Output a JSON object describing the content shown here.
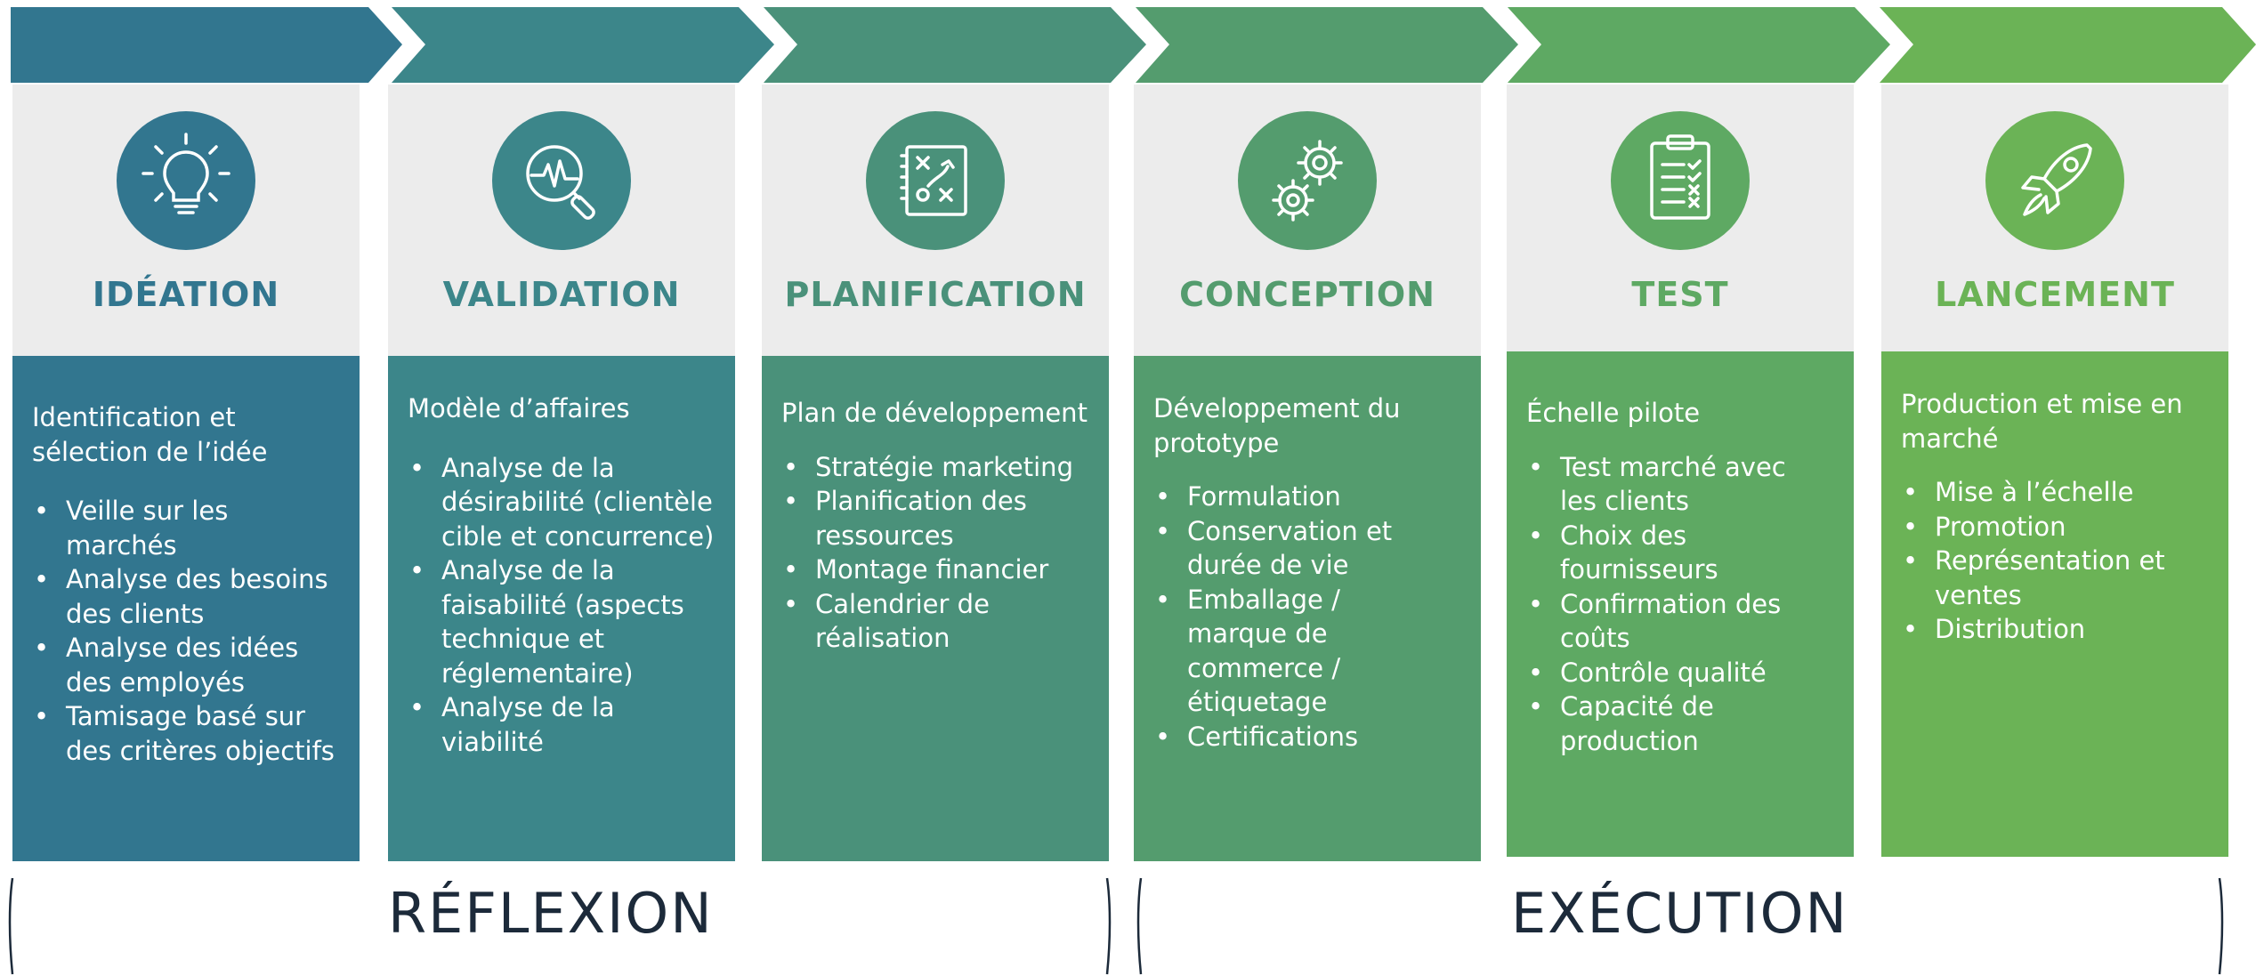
{
  "stages": [
    {
      "title": "IDÉATION",
      "color": "#32768f",
      "icon": "lightbulb-icon",
      "heading": "Identification et sélection de l’idée",
      "items": [
        "Veille sur les marchés",
        "Analyse des besoins des clients",
        "Analyse des idées des employés",
        "Tamisage basé sur des critères objectifs"
      ]
    },
    {
      "title": "VALIDATION",
      "color": "#3c868a",
      "icon": "magnifier-pulse-icon",
      "heading": "Modèle d’affaires",
      "items": [
        "Analyse de la désirabilité (clientèle cible et concurrence)",
        "Analyse de la faisabilité (aspects technique et réglementaire)",
        "Analyse de la viabilité"
      ]
    },
    {
      "title": "PLANIFICATION",
      "color": "#4a917a",
      "icon": "strategy-board-icon",
      "heading": "Plan de développement",
      "items": [
        "Stratégie marketing",
        "Planification des ressources",
        "Montage financier",
        "Calendrier de réalisation"
      ]
    },
    {
      "title": "CONCEPTION",
      "color": "#549c6e",
      "icon": "gears-icon",
      "heading": "Développement du prototype",
      "items": [
        "Formulation",
        "Conservation et durée de vie",
        "Emballage / marque de commerce / étiquetage",
        "Certifications"
      ]
    },
    {
      "title": "TEST",
      "color": "#5ea963",
      "icon": "checklist-clipboard-icon",
      "heading": "Échelle pilote",
      "items": [
        "Test marché avec les clients",
        "Choix des fournisseurs",
        "Confirmation des coûts",
        "Contrôle qualité",
        "Capacité de production"
      ]
    },
    {
      "title": "LANCEMENT",
      "color": "#6bb356",
      "icon": "rocket-icon",
      "heading": "Production et mise en marché",
      "items": [
        "Mise à l’échelle",
        "Promotion",
        "Représentation et ventes",
        "Distribution"
      ]
    }
  ],
  "groups": [
    {
      "label": "RÉFLEXION"
    },
    {
      "label": "EXÉCUTION"
    }
  ]
}
